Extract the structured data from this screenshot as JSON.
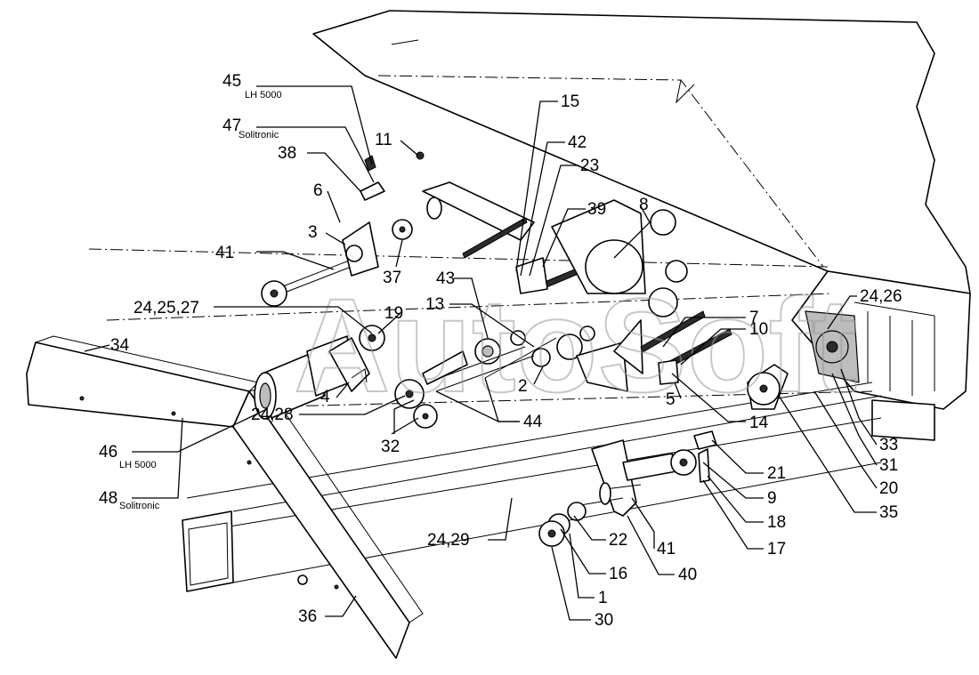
{
  "watermark": "AutoSoft",
  "callouts": [
    {
      "id": "c45",
      "text": "45",
      "note": "LH 5000"
    },
    {
      "id": "c47",
      "text": "47",
      "note": "Solitronic"
    },
    {
      "id": "c38",
      "text": "38"
    },
    {
      "id": "c11",
      "text": "11"
    },
    {
      "id": "c6",
      "text": "6"
    },
    {
      "id": "c3",
      "text": "3"
    },
    {
      "id": "c41a",
      "text": "41"
    },
    {
      "id": "c37",
      "text": "37"
    },
    {
      "id": "c15",
      "text": "15"
    },
    {
      "id": "c42",
      "text": "42"
    },
    {
      "id": "c23",
      "text": "23"
    },
    {
      "id": "c39",
      "text": "39"
    },
    {
      "id": "c8",
      "text": "8"
    },
    {
      "id": "c43",
      "text": "43"
    },
    {
      "id": "c13",
      "text": "13"
    },
    {
      "id": "c19",
      "text": "19"
    },
    {
      "id": "c242527",
      "text": "24,25,27"
    },
    {
      "id": "c34",
      "text": "34"
    },
    {
      "id": "c4",
      "text": "4"
    },
    {
      "id": "c2428",
      "text": "24,28"
    },
    {
      "id": "c32",
      "text": "32"
    },
    {
      "id": "c46",
      "text": "46",
      "note": "LH 5000"
    },
    {
      "id": "c48",
      "text": "48",
      "note": "Solitronic"
    },
    {
      "id": "c2",
      "text": "2"
    },
    {
      "id": "c44",
      "text": "44"
    },
    {
      "id": "c7",
      "text": "7"
    },
    {
      "id": "c10",
      "text": "10"
    },
    {
      "id": "c5",
      "text": "5"
    },
    {
      "id": "c14",
      "text": "14"
    },
    {
      "id": "c2426",
      "text": "24,26"
    },
    {
      "id": "c33",
      "text": "33"
    },
    {
      "id": "c31",
      "text": "31"
    },
    {
      "id": "c20",
      "text": "20"
    },
    {
      "id": "c35",
      "text": "35"
    },
    {
      "id": "c21",
      "text": "21"
    },
    {
      "id": "c9",
      "text": "9"
    },
    {
      "id": "c18",
      "text": "18"
    },
    {
      "id": "c17",
      "text": "17"
    },
    {
      "id": "c2429",
      "text": "24,29"
    },
    {
      "id": "c22",
      "text": "22"
    },
    {
      "id": "c41b",
      "text": "41"
    },
    {
      "id": "c40",
      "text": "40"
    },
    {
      "id": "c16",
      "text": "16"
    },
    {
      "id": "c1",
      "text": "1"
    },
    {
      "id": "c30",
      "text": "30"
    },
    {
      "id": "c36",
      "text": "36"
    }
  ]
}
